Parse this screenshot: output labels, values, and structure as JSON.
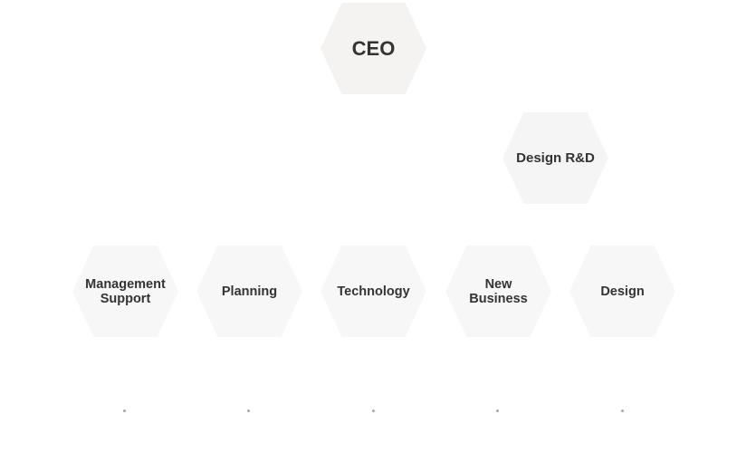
{
  "org": {
    "ceo": "CEO",
    "design_rnd": "Design R&D",
    "departments": [
      {
        "label": "Management\nSupport"
      },
      {
        "label": "Planning"
      },
      {
        "label": "Technology"
      },
      {
        "label": "New\nBusiness"
      },
      {
        "label": "Design"
      }
    ]
  },
  "colors": {
    "hex_fill": "#f7f7f7",
    "text": "#333333",
    "dot": "#a9a9a9"
  }
}
